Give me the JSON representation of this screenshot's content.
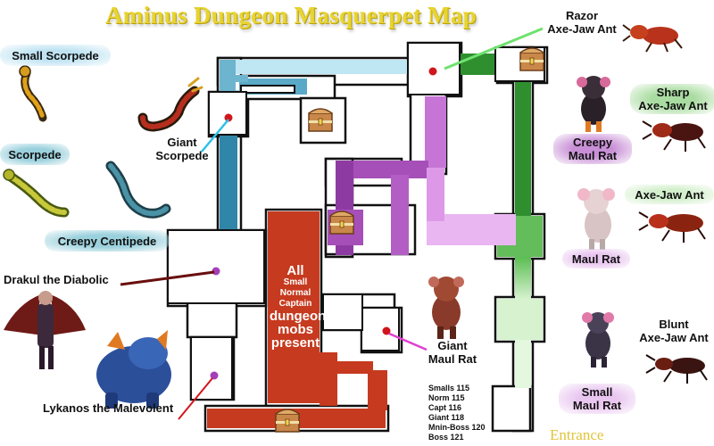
{
  "title": "Aminus Dungeon Masquerpet Map",
  "entrance": "Entrance",
  "center_note": {
    "line1": "All",
    "line2": "Small",
    "line3": "Normal",
    "line4": "Captain",
    "line5": "dungeon",
    "line6": "mobs",
    "line7": "present"
  },
  "labels": {
    "small_scorpede": "Small Scorpede",
    "scorpede": "Scorpede",
    "creepy_centipede": "Creepy Centipede",
    "giant_scorpede_1": "Giant",
    "giant_scorpede_2": "Scorpede",
    "drakul": "Drakul the Diabolic",
    "lykanos": "Lykanos the Malevolent",
    "razor_1": "Razor",
    "razor_2": "Axe-Jaw Ant",
    "sharp_1": "Sharp",
    "sharp_2": "Axe-Jaw Ant",
    "creepy_maul_1": "Creepy",
    "creepy_maul_2": "Maul Rat",
    "axe_jaw": "Axe-Jaw Ant",
    "maul_rat": "Maul Rat",
    "giant_maul_1": "Giant",
    "giant_maul_2": "Maul Rat",
    "blunt_1": "Blunt",
    "blunt_2": "Axe-Jaw Ant",
    "small_maul_1": "Small",
    "small_maul_2": "Maul Rat"
  },
  "stats": [
    "Smalls 115",
    "Norm 115",
    "Capt 116",
    "Giant 118",
    "Mnin-Boss 120",
    "Boss 121"
  ],
  "colors": {
    "title": "#e8d430",
    "zone_lightblue": "#bfe6f3",
    "zone_blue": "#5aa9c7",
    "zone_darkblue": "#2f86a8",
    "zone_red": "#c63a1f",
    "zone_purple": "#a64fb8",
    "zone_lightpurple": "#d38ee0",
    "zone_green": "#2f8f2f",
    "zone_midgreen": "#62bd5a",
    "zone_lightgreen": "#c9efc2",
    "marker_red": "#d0161c",
    "marker_purple": "#a43fb8"
  }
}
